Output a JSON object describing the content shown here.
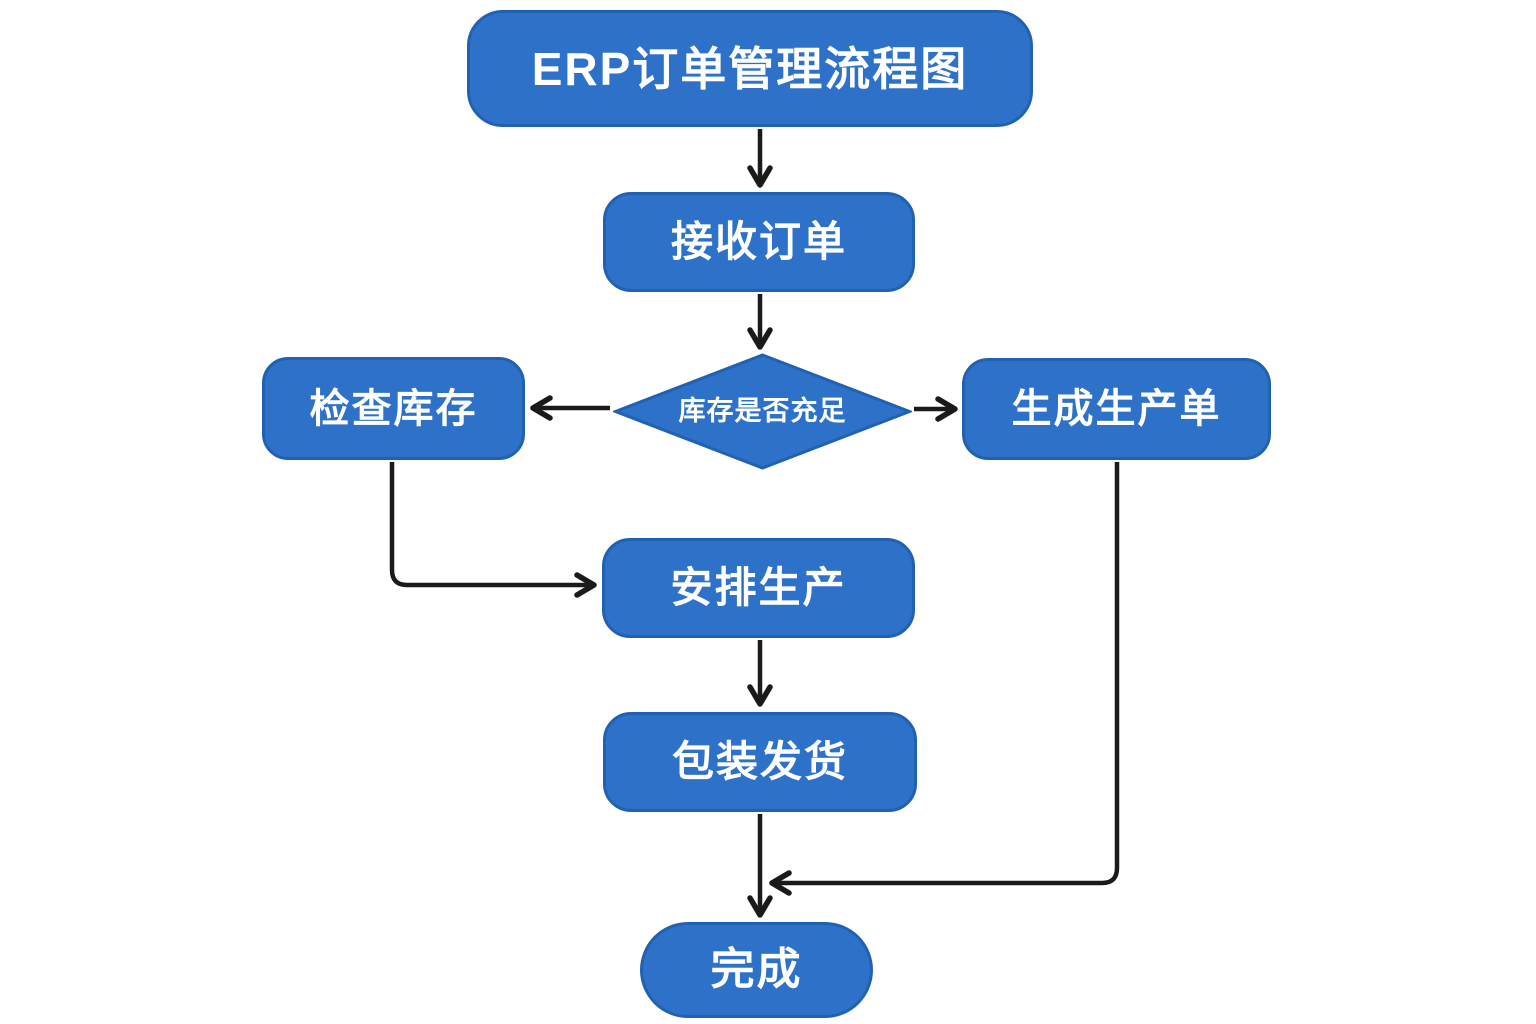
{
  "meta": {
    "diagram_title": "ERP订单管理流程图",
    "diagram_type": "flowchart"
  },
  "colors": {
    "background": "#FFFFFF",
    "node_fill": "#2E71C8",
    "node_border": "#2161B2",
    "text": "#FFFFFF",
    "line": "#1A1A1A"
  },
  "nodes": {
    "title": {
      "label": "ERP订单管理流程图",
      "shape": "rounded-rect"
    },
    "receive": {
      "label": "接收订单",
      "shape": "rounded-rect"
    },
    "decision": {
      "label": "库存是否充足",
      "shape": "diamond"
    },
    "check": {
      "label": "检查库存",
      "shape": "rounded-rect"
    },
    "generate": {
      "label": "生成生产单",
      "shape": "rounded-rect"
    },
    "arrange": {
      "label": "安排生产",
      "shape": "rounded-rect"
    },
    "pack": {
      "label": "包装发货",
      "shape": "rounded-rect"
    },
    "done": {
      "label": "完成",
      "shape": "rounded-pill"
    }
  },
  "edges": [
    {
      "from": "title",
      "to": "receive"
    },
    {
      "from": "receive",
      "to": "decision"
    },
    {
      "from": "decision",
      "to": "check"
    },
    {
      "from": "decision",
      "to": "generate"
    },
    {
      "from": "check",
      "to": "arrange"
    },
    {
      "from": "arrange",
      "to": "pack"
    },
    {
      "from": "pack",
      "to": "done"
    },
    {
      "from": "generate",
      "to": "done"
    }
  ]
}
